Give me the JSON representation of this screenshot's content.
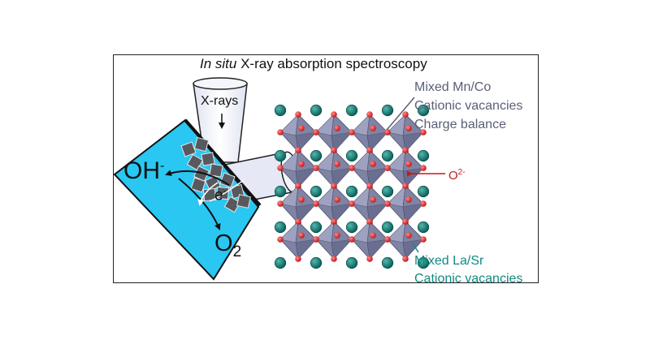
{
  "title": {
    "italic": "In situ",
    "rest": " X-ray absorption spectroscopy"
  },
  "beam_label": "X-rays",
  "b_site": [
    "Mixed Mn/Co",
    "Cationic vacancies",
    "Charge balance"
  ],
  "oxygen_label": {
    "base": "O",
    "charge": "2-"
  },
  "a_site": [
    "Mixed La/Sr",
    "Cationic vacancies"
  ],
  "electrolyte": {
    "reactant": {
      "base": "OH",
      "charge": "-"
    },
    "product": {
      "base": "O",
      "sub": "2"
    },
    "electron": {
      "base": "e",
      "charge": "-"
    }
  },
  "colors": {
    "electrolyte": "#29c7f2",
    "octahedron": "#7f83a4",
    "oxygen": "#e52b2b",
    "a_cation": "#0c7a72",
    "b_text": "#5a5f77",
    "a_text": "#118b82",
    "o_text": "#c81818"
  }
}
